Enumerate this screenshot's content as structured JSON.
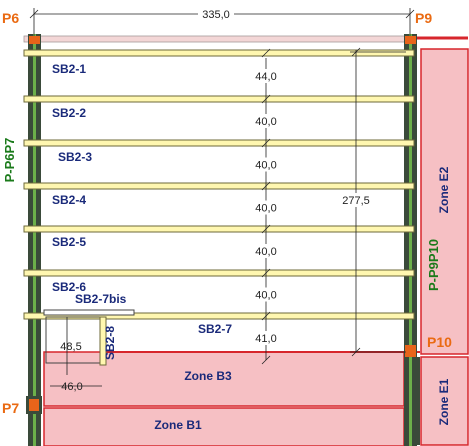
{
  "colors": {
    "beam_fill": "#fff7b0",
    "beam_edge": "#6e6a3a",
    "zone_fill": "#f6c0c4",
    "zone_edge": "#d7262c",
    "point_label": "#ea6a12",
    "green_label": "#1a7a1a",
    "column_dark": "#2f3a2f",
    "column_green": "#6cb04a"
  },
  "dimensions": {
    "top_span": "335,0",
    "gaps": [
      "44,0",
      "40,0",
      "40,0",
      "40,0",
      "40,0",
      "40,0",
      "41,0"
    ],
    "overall": "277,5",
    "small_vertical": "48,5",
    "small_horizontal": "46,0"
  },
  "beams": [
    {
      "label": "SB2-1"
    },
    {
      "label": "SB2-2"
    },
    {
      "label": "SB2-3"
    },
    {
      "label": "SB2-4"
    },
    {
      "label": "SB2-5"
    },
    {
      "label": "SB2-6"
    },
    {
      "label": "SB2-7bis"
    },
    {
      "label": "SB2-7"
    }
  ],
  "small_beam_label": "SB2-8",
  "points": {
    "p6": "P6",
    "p9": "P9",
    "p10": "P10",
    "p7": "P7"
  },
  "axes": {
    "left": "P-P6P7",
    "right": "P-P9P10"
  },
  "zones": {
    "e2": "Zone E2",
    "e1": "Zone E1",
    "b3": "Zone B3",
    "b1": "Zone B1"
  }
}
